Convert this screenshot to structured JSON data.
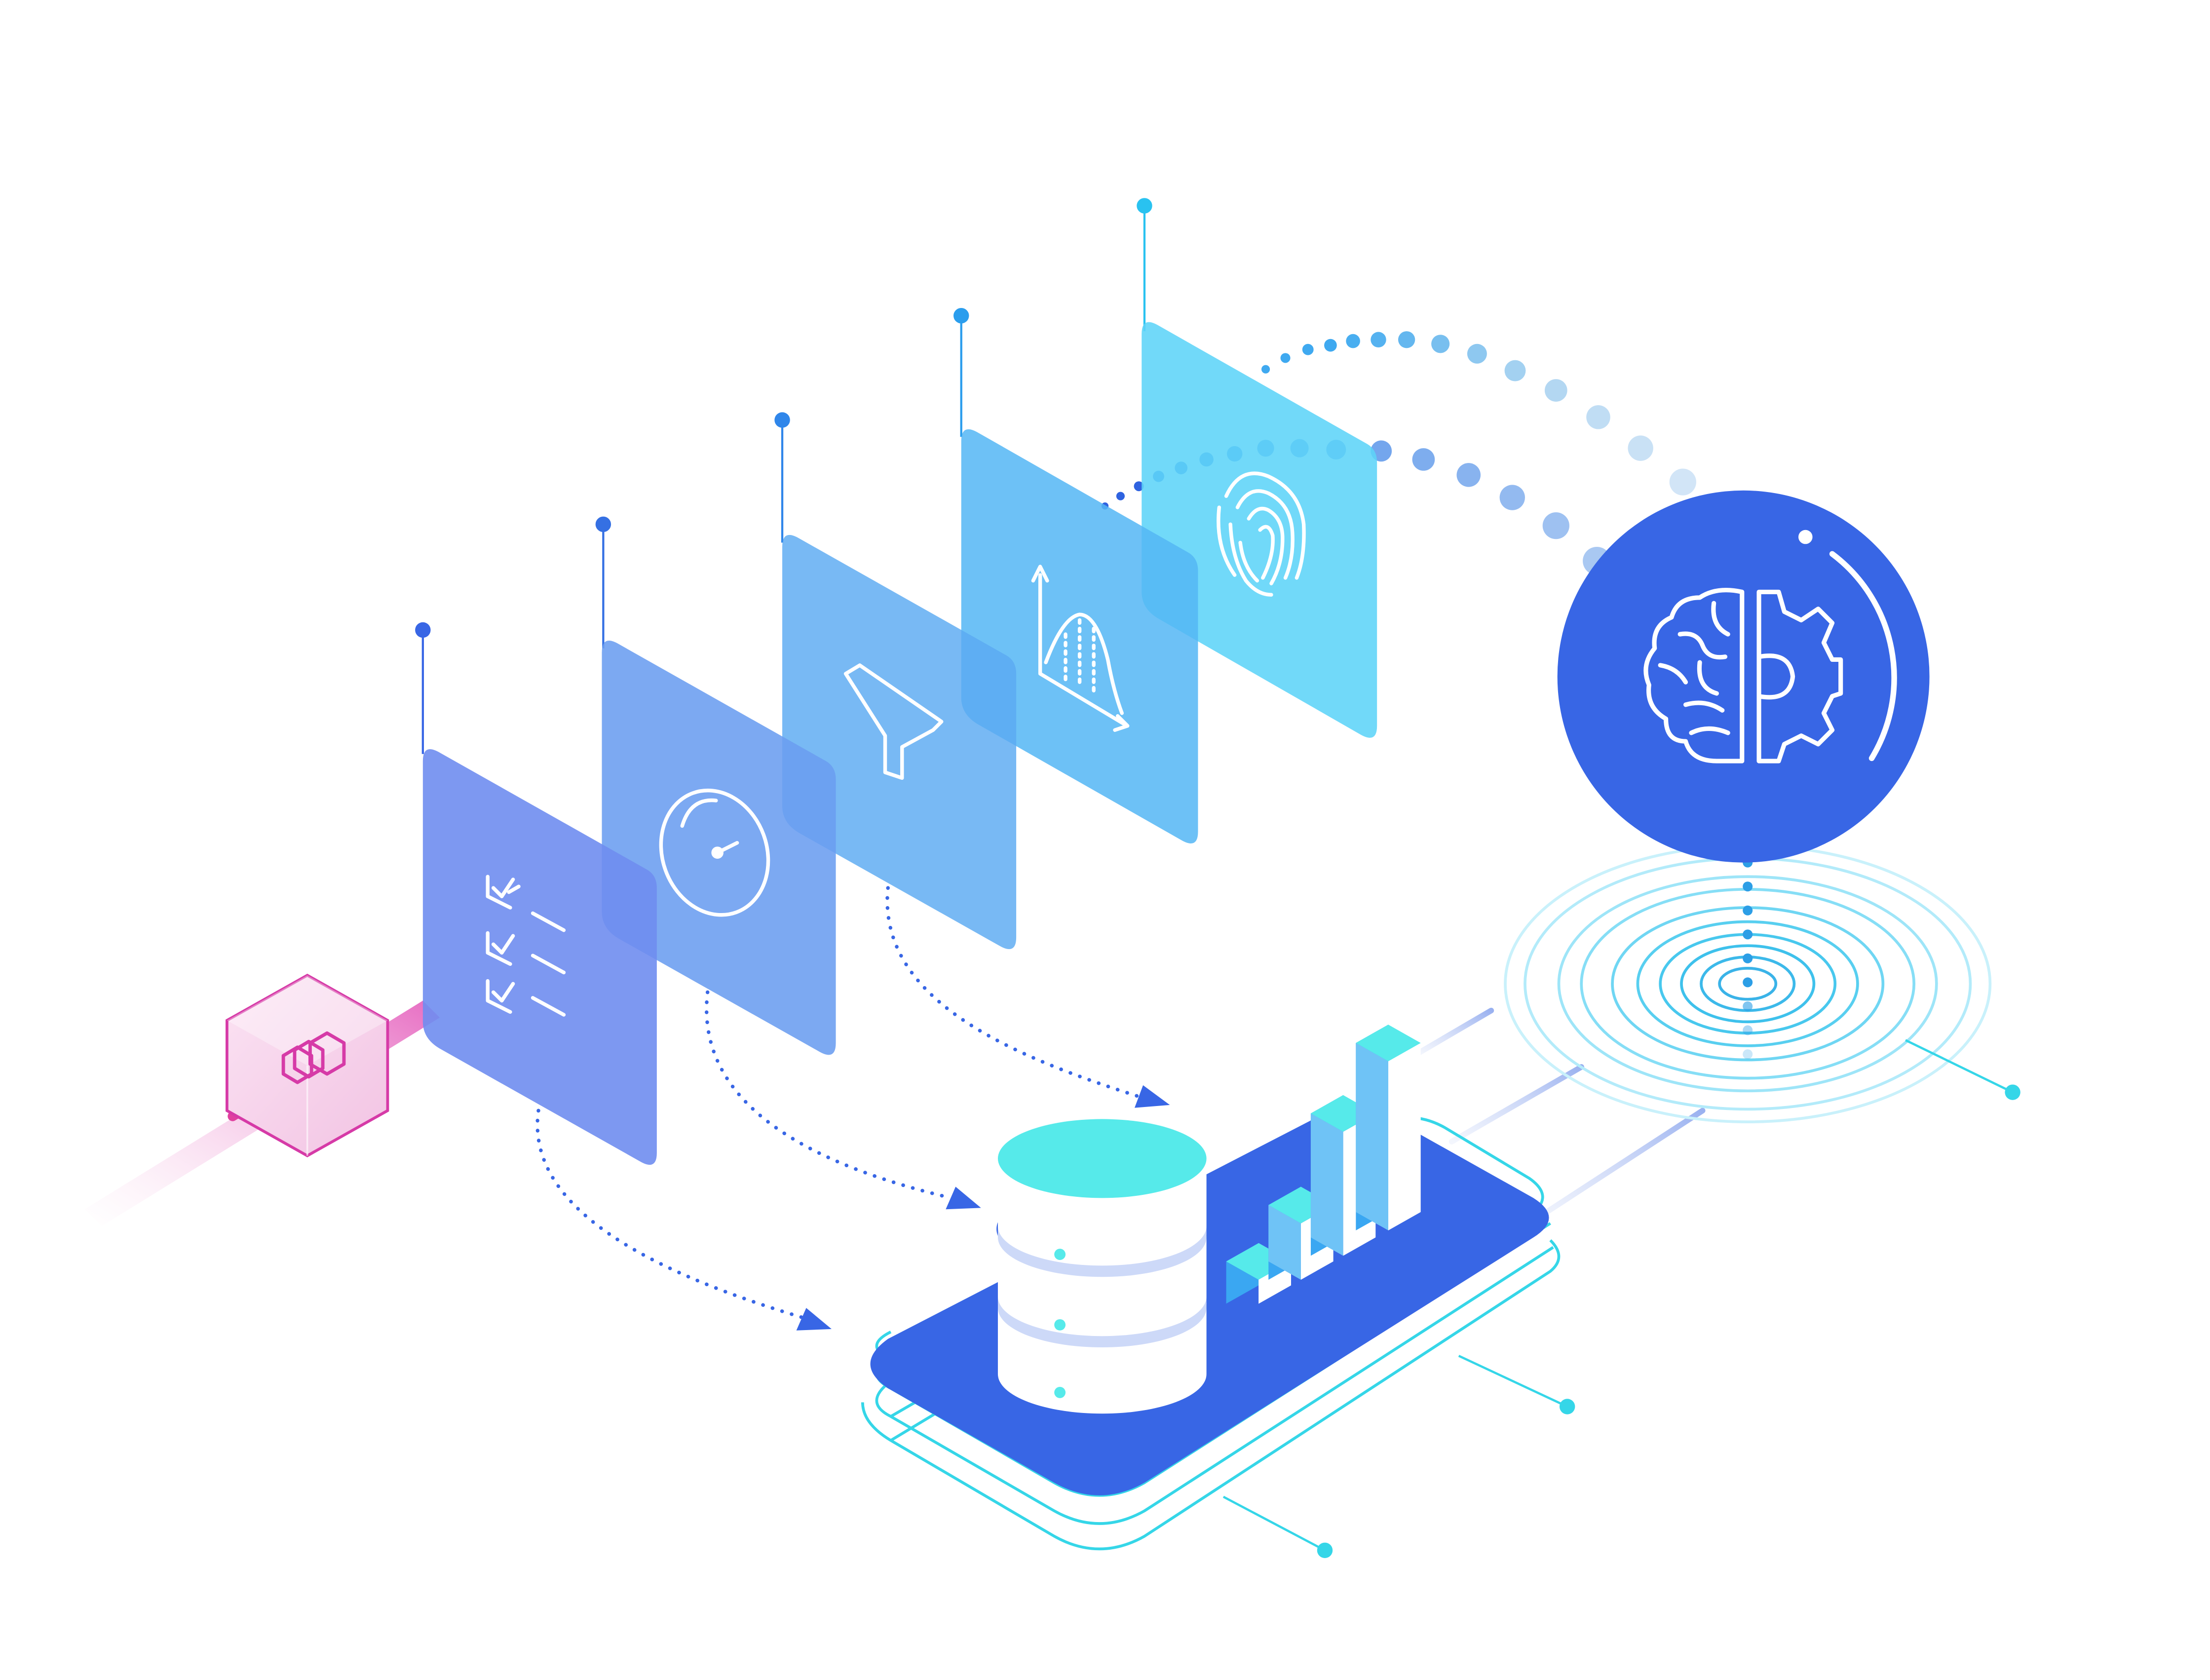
{
  "illustration": {
    "panels": [
      {
        "id": "checklist",
        "icon": "checklist-icon",
        "color": "#6f8df0"
      },
      {
        "id": "gauge",
        "icon": "gauge-icon",
        "color": "#6a9df0"
      },
      {
        "id": "filter",
        "icon": "filter-funnel-icon",
        "color": "#5aaaf2"
      },
      {
        "id": "distribution",
        "icon": "distribution-curve-icon",
        "color": "#54b6f4"
      },
      {
        "id": "fingerprint",
        "icon": "fingerprint-icon",
        "color": "#5dd4f8"
      }
    ],
    "cube": {
      "icon": "cube-stack-icon",
      "color": "#d63aa7"
    },
    "database": {
      "icon": "database-icon",
      "top_color": "#56eaea"
    },
    "bar_chart": {
      "icon": "bar-chart-icon",
      "bar_levels": [
        1,
        2,
        3,
        4
      ]
    },
    "ai_circle": {
      "icon": "brain-gear-icon",
      "color": "#3866e5"
    },
    "colors": {
      "platform": "#3866e5",
      "cyan": "#35d6e8",
      "accent_blue": "#2f63e0"
    }
  }
}
